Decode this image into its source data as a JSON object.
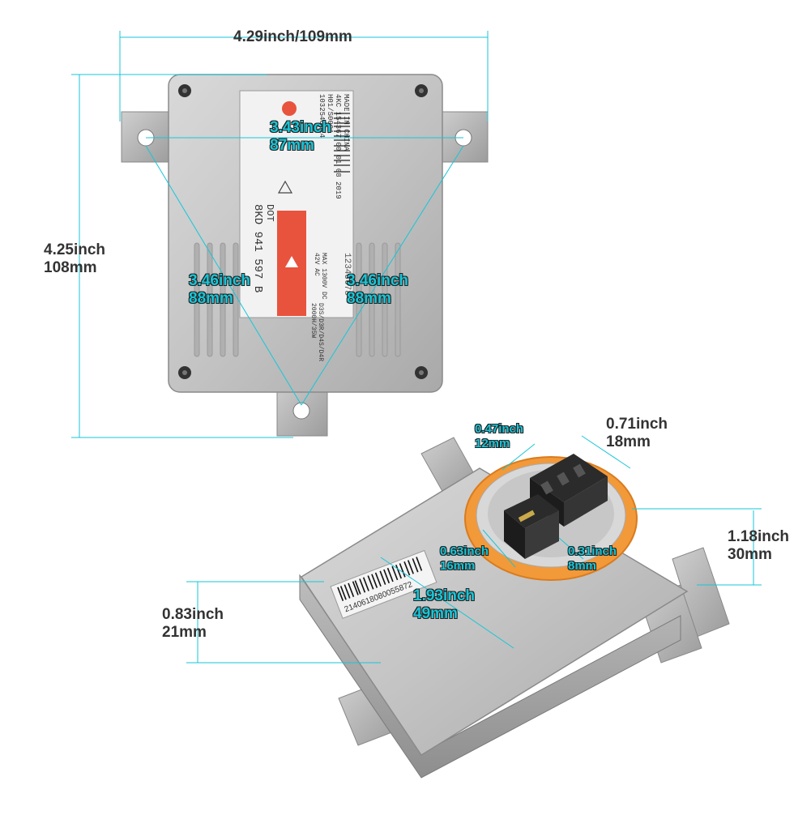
{
  "dimensions": {
    "width_top": "4.29inch/109mm",
    "height_left_in": "4.25inch",
    "height_left_mm": "108mm",
    "hole_span_top_in": "3.43inch",
    "hole_span_top_mm": "87mm",
    "diag_left_in": "3.46inch",
    "diag_left_mm": "88mm",
    "diag_right_in": "3.46inch",
    "diag_right_mm": "88mm",
    "conn_a_in": "0.47inch",
    "conn_a_mm": "12mm",
    "conn_b_in": "0.71inch",
    "conn_b_mm": "18mm",
    "conn_c_in": "0.63inch",
    "conn_c_mm": "16mm",
    "conn_d_in": "0.31inch",
    "conn_d_mm": "8mm",
    "ring_height_in": "1.18inch",
    "ring_height_mm": "30mm",
    "body_diag_in": "1.93inch",
    "body_diag_mm": "49mm",
    "body_thick_in": "0.83inch",
    "body_thick_mm": "21mm"
  },
  "label_top": {
    "made_in": "MADE IN CHINA",
    "code1": "4KC 154367 00 01 08 2019",
    "code2": "H01/S0001",
    "code3": "1032540014",
    "dot": "DOT",
    "part": "8KD 941 597 B",
    "max": "MAX 1300V DC",
    "ac": "42V AC",
    "lamps": "D3S/D3R/D4S/D4R",
    "power": "2000H/35W",
    "serial": "12345678"
  },
  "label_bottom": {
    "serial": "2140618080055872"
  }
}
